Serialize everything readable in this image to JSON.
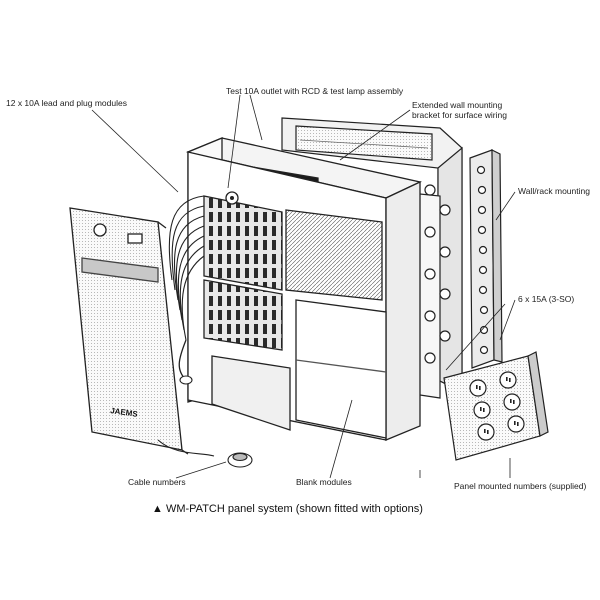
{
  "labels": {
    "lead_plug_modules": "12 x 10A lead and plug modules",
    "test_outlet": "Test 10A outlet with RCD & test lamp assembly",
    "extended_bracket": "Extended wall mounting\nbracket for surface wiring",
    "wall_rack_mounting": "Wall/rack mounting",
    "outlets_count": "6 x 15A (3-SO)",
    "cable_numbers": "Cable numbers",
    "blank_modules": "Blank modules",
    "panel_mounted_numbers": "Panel mounted numbers (supplied)"
  },
  "caption": "WM-PATCH panel system (shown fitted with options)",
  "caption_marker": "▲",
  "door_logo": "JAEMS"
}
